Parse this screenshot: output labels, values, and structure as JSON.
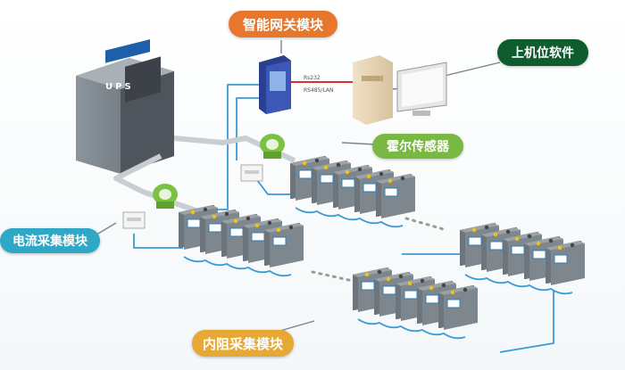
{
  "labels": {
    "gateway": "智能网关模块",
    "host_software": "上机位软件",
    "hall_sensor": "霍尔传感器",
    "current_module": "电流采集模块",
    "resistance_module": "内阻采集模块",
    "ups": "UPS",
    "rs232": "Rs232",
    "rs485": "RS485/LAN"
  },
  "colors": {
    "gateway": "#e8772e",
    "host_software": "#0f5c2f",
    "hall_sensor": "#78b843",
    "current_module": "#2fa8c8",
    "resistance_module": "#e7a935",
    "cable": "#3a9ad8",
    "serial": "#d9322f"
  }
}
